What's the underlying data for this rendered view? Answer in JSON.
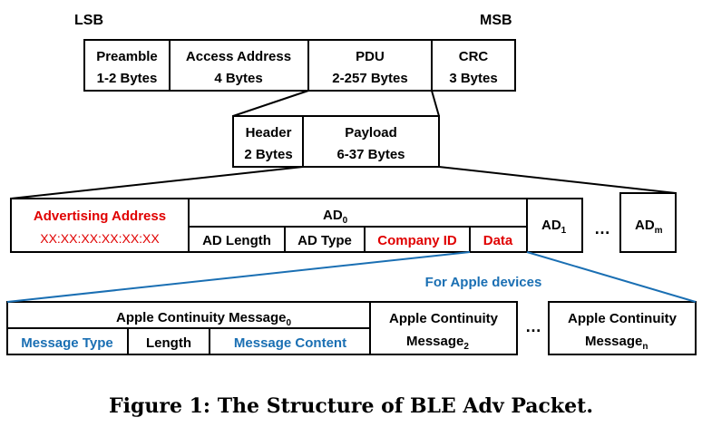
{
  "colors": {
    "black": "#000000",
    "red": "#e00000",
    "blue": "#1a6fb3"
  },
  "labels": {
    "lsb": "LSB",
    "msb": "MSB"
  },
  "row1": {
    "preamble": {
      "name": "Preamble",
      "size": "1-2 Bytes"
    },
    "access_address": {
      "name": "Access Address",
      "size": "4 Bytes"
    },
    "pdu": {
      "name": "PDU",
      "size": "2-257 Bytes"
    },
    "crc": {
      "name": "CRC",
      "size": "3 Bytes"
    }
  },
  "row2": {
    "header": {
      "name": "Header",
      "size": "2 Bytes"
    },
    "payload": {
      "name": "Payload",
      "size": "6-37 Bytes"
    }
  },
  "row3": {
    "adv_address": {
      "name": "Advertising Address",
      "value": "XX:XX:XX:XX:XX:XX"
    },
    "ad0": {
      "base": "AD",
      "sub": "0"
    },
    "ad_length": "AD Length",
    "ad_type": "AD Type",
    "company_id": "Company ID",
    "data": "Data",
    "ad1": {
      "base": "AD",
      "sub": "1"
    },
    "ellipsis": "…",
    "adm": {
      "base": "AD",
      "sub": "m"
    }
  },
  "apple_label": "For Apple devices",
  "row4": {
    "msg0": {
      "base": "Apple Continuity Message",
      "sub": "0"
    },
    "message_type": "Message Type",
    "length": "Length",
    "message_content": "Message Content",
    "msg2": {
      "line1": "Apple Continuity",
      "base": "Message",
      "sub": "2"
    },
    "ellipsis": "…",
    "msgn": {
      "line1": "Apple Continuity",
      "base": "Message",
      "sub": "n"
    }
  },
  "caption": "Figure 1: The Structure of BLE Adv Packet."
}
